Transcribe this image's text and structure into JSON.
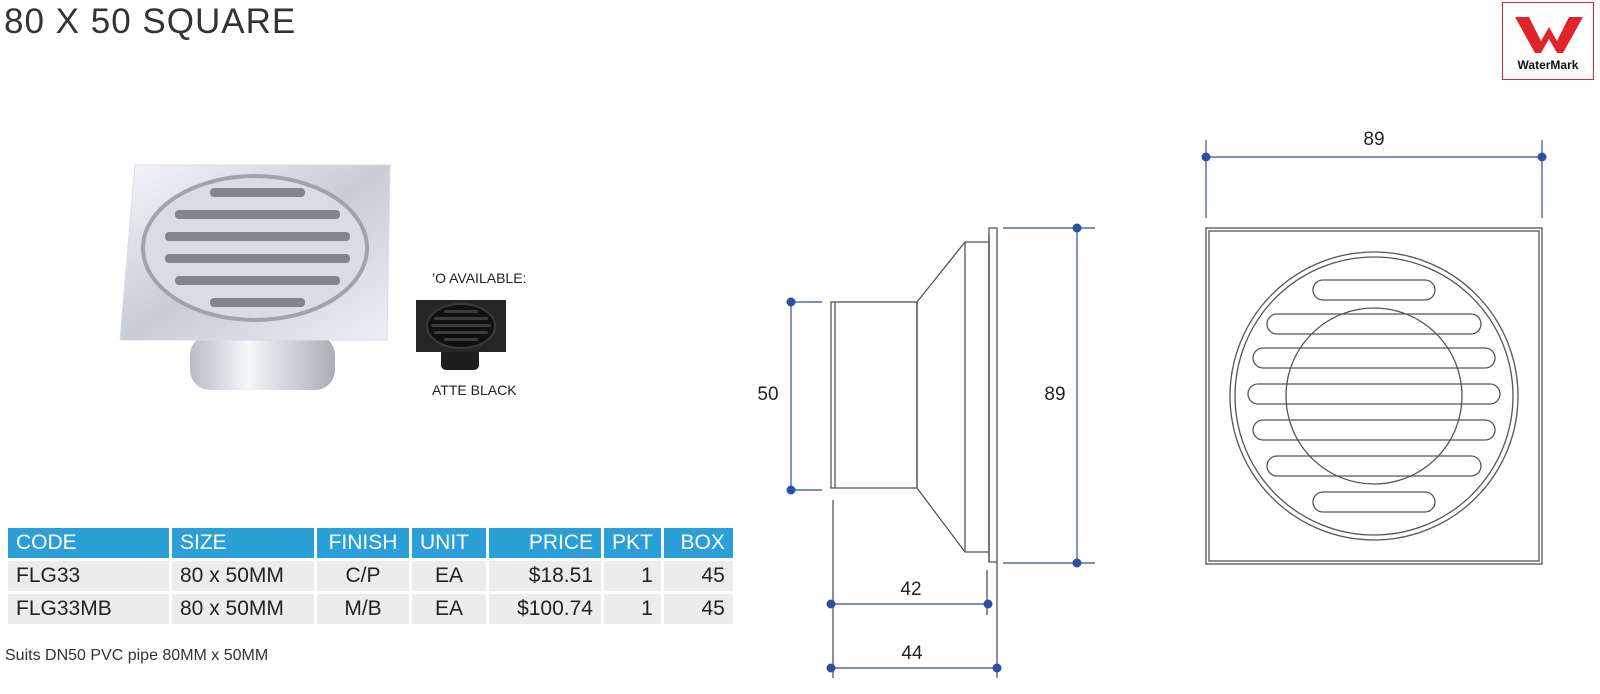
{
  "title": "80 X 50 SQUARE",
  "logo": {
    "text": "WaterMark",
    "color": "#e0242a"
  },
  "also_available": "’O AVAILABLE:",
  "matte_black_label": "ATTE BLACK",
  "table": {
    "header_color": "#2a9fd8",
    "headers": {
      "code": "CODE",
      "size": "SIZE",
      "finish": "FINISH",
      "unit": "UNIT",
      "price": "PRICE",
      "pkt": "PKT",
      "box": "BOX"
    },
    "rows": [
      {
        "code": "FLG33",
        "size": "80 x 50MM",
        "finish": "C/P",
        "unit": "EA",
        "price": "$18.51",
        "pkt": "1",
        "box": "45"
      },
      {
        "code": "FLG33MB",
        "size": "80 x 50MM",
        "finish": "M/B",
        "unit": "EA",
        "price": "$100.74",
        "pkt": "1",
        "box": "45"
      }
    ]
  },
  "note": "Suits DN50 PVC pipe 80MM x 50MM",
  "dimensions": {
    "side_height_pipe": "50",
    "side_height_flange": "89",
    "side_width_inner": "42",
    "side_width_outer": "44",
    "top_width": "89",
    "dimension_color": "#2f4ea3"
  }
}
